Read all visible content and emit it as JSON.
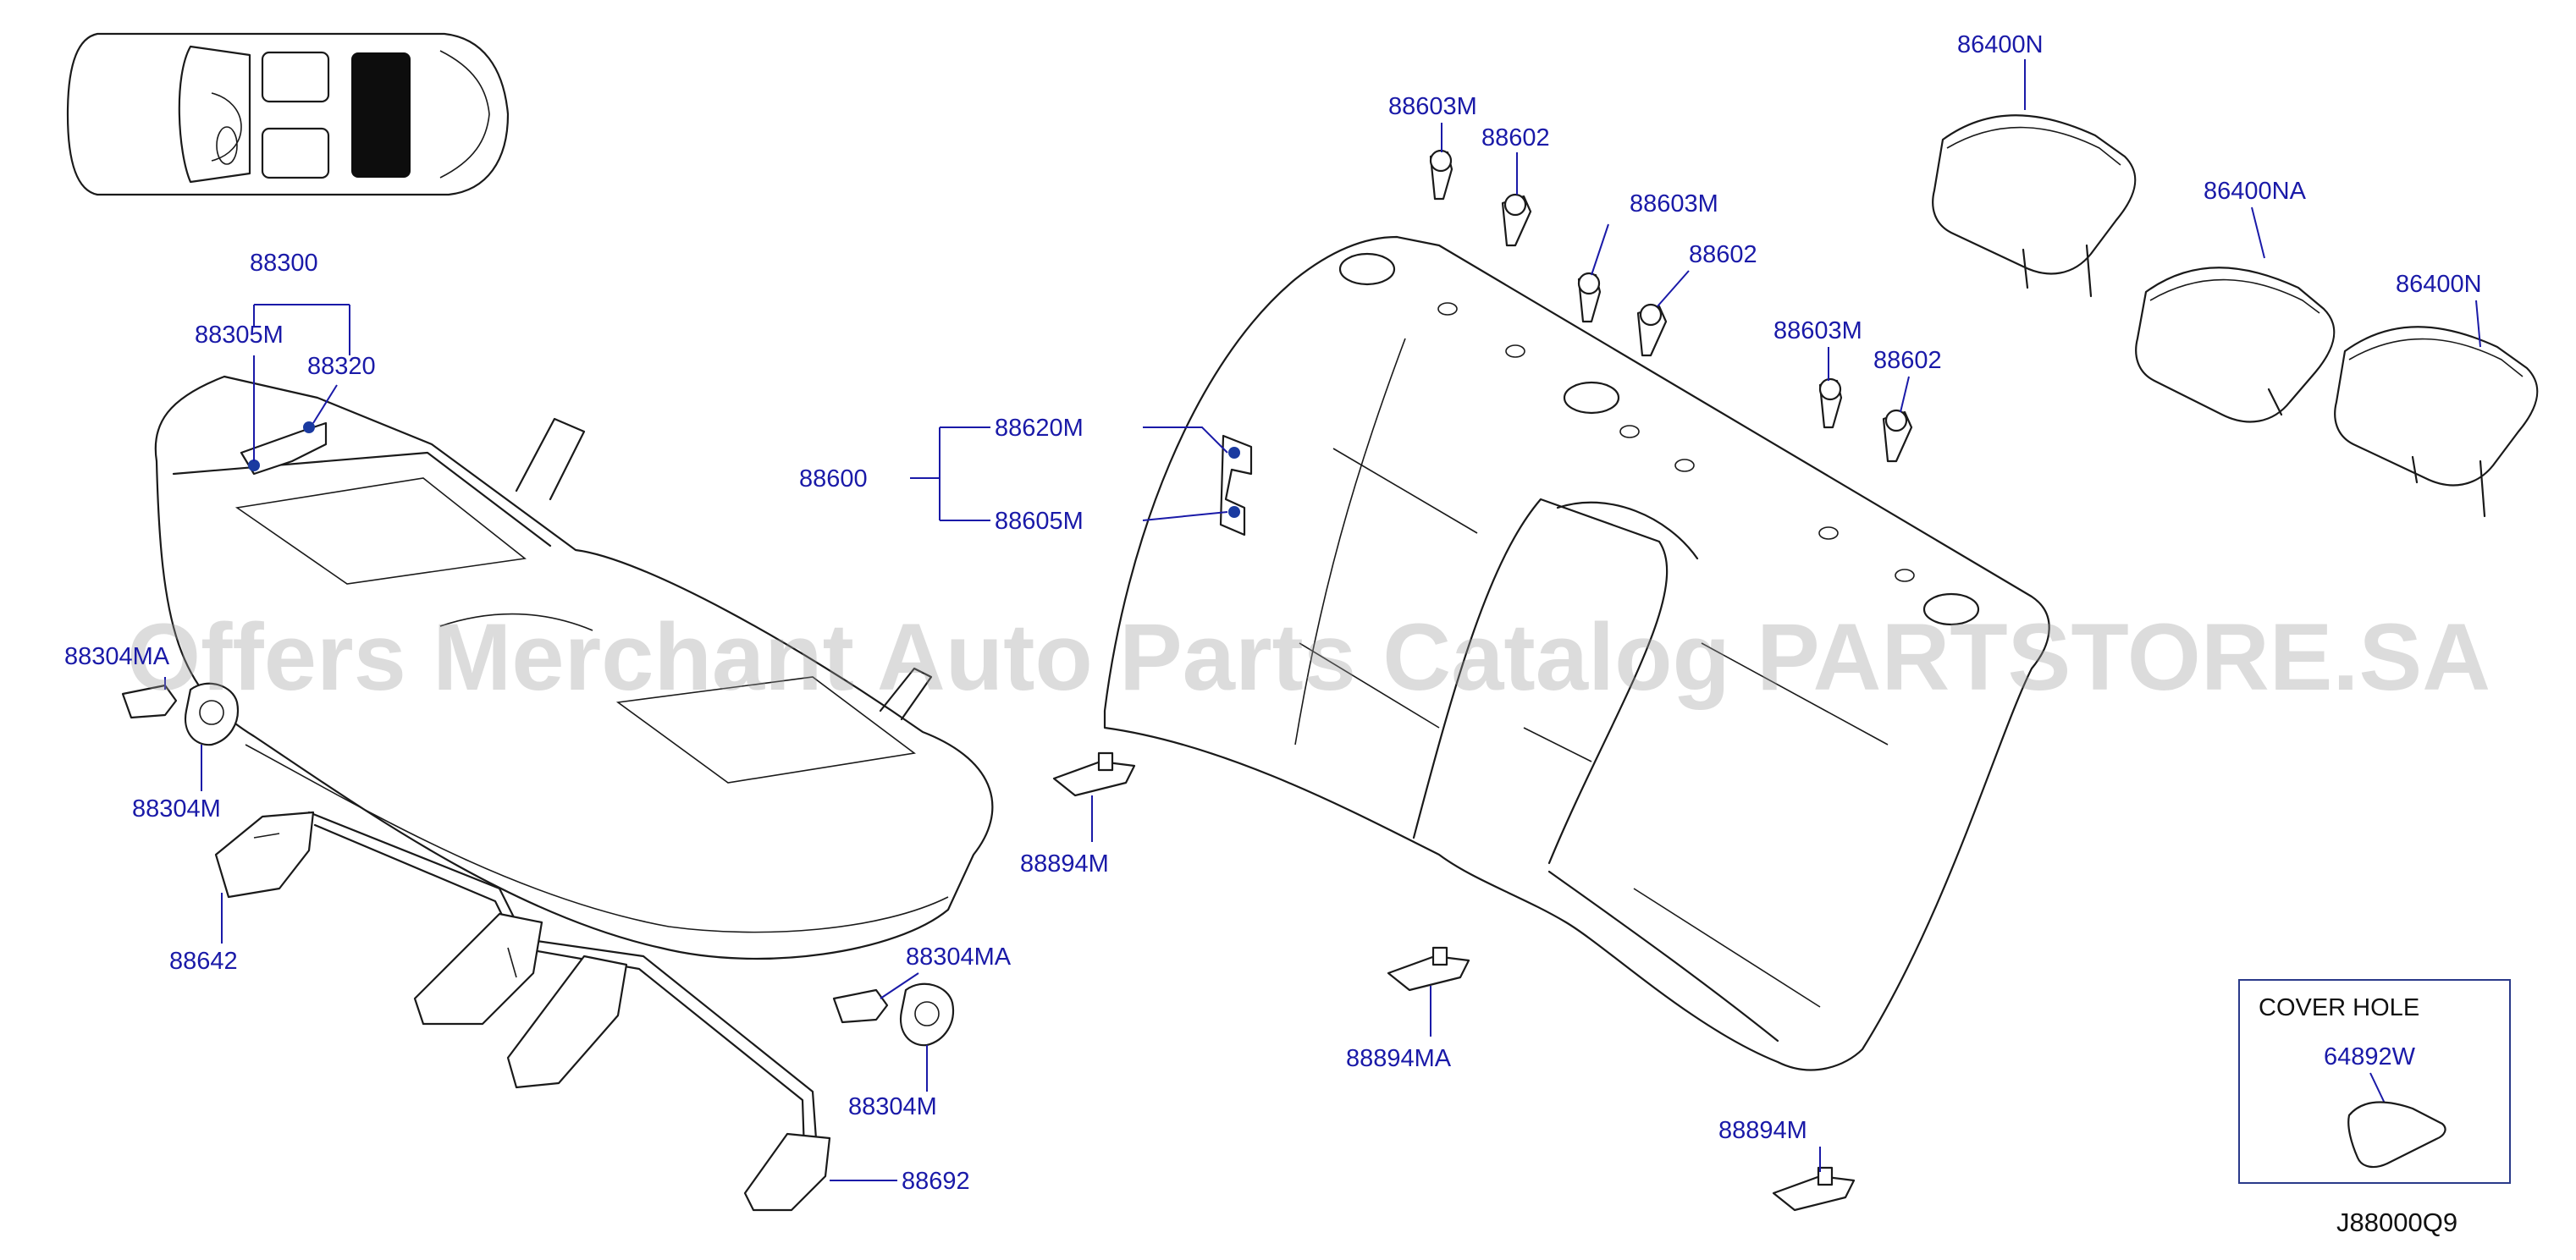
{
  "diagram": {
    "code": "J88000Q9",
    "watermark": "Offers Merchant Auto Parts Catalog PARTSTORE.SA",
    "label_color": "#1a1aa8",
    "labels": {
      "l_88300": "88300",
      "l_88305M": "88305M",
      "l_88320": "88320",
      "l_88304MA_left": "88304MA",
      "l_88304M_left": "88304M",
      "l_88642": "88642",
      "l_88304MA_center": "88304MA",
      "l_88304M_center": "88304M",
      "l_88692": "88692",
      "l_88600": "88600",
      "l_88620M": "88620M",
      "l_88605M": "88605M",
      "l_88894M_left": "88894M",
      "l_88894MA": "88894MA",
      "l_88894M_bottom": "88894M",
      "l_88603M_1": "88603M",
      "l_88602_1": "88602",
      "l_88603M_2": "88603M",
      "l_88602_2": "88602",
      "l_88603M_3": "88603M",
      "l_88602_3": "88602",
      "l_86400N_left": "86400N",
      "l_86400NA": "86400NA",
      "l_86400N_right": "86400N"
    },
    "cover_hole": {
      "title": "COVER   HOLE",
      "part": "64892W"
    }
  }
}
